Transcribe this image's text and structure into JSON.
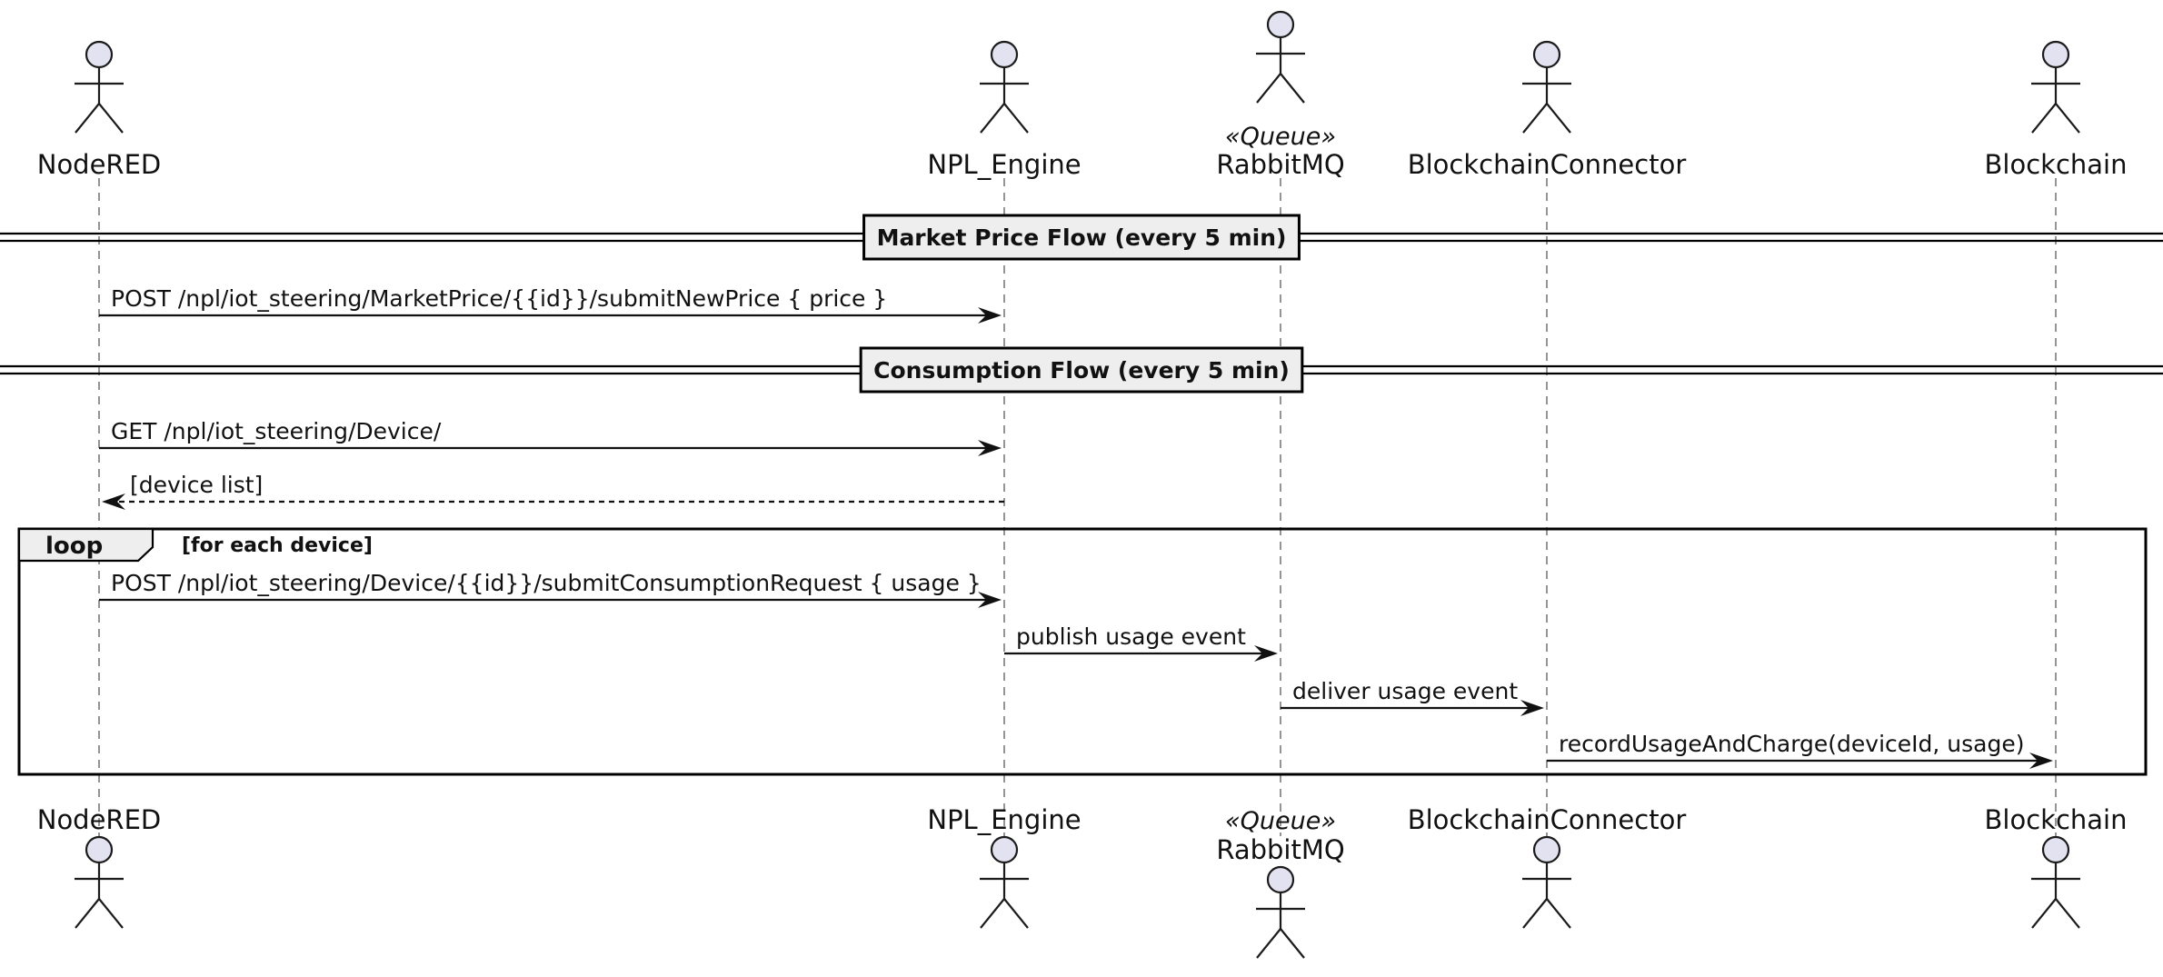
{
  "participants": [
    {
      "id": "nodered",
      "label": "NodeRED",
      "stereotype": ""
    },
    {
      "id": "npl",
      "label": "NPL_Engine",
      "stereotype": ""
    },
    {
      "id": "rabbit",
      "label": "RabbitMQ",
      "stereotype": "«Queue»"
    },
    {
      "id": "bcconn",
      "label": "BlockchainConnector",
      "stereotype": ""
    },
    {
      "id": "chain",
      "label": "Blockchain",
      "stereotype": ""
    }
  ],
  "dividers": [
    {
      "label": "Market Price Flow (every 5 min)"
    },
    {
      "label": "Consumption Flow (every 5 min)"
    }
  ],
  "messages": [
    {
      "from": "nodered",
      "to": "npl",
      "label": "POST /npl/iot_steering/MarketPrice/{{id}}/submitNewPrice { price }",
      "style": "solid"
    },
    {
      "from": "nodered",
      "to": "npl",
      "label": "GET /npl/iot_steering/Device/",
      "style": "solid"
    },
    {
      "from": "npl",
      "to": "nodered",
      "label": "[device list]",
      "style": "dashed"
    },
    {
      "from": "nodered",
      "to": "npl",
      "label": "POST /npl/iot_steering/Device/{{id}}/submitConsumptionRequest { usage }",
      "style": "solid"
    },
    {
      "from": "npl",
      "to": "rabbit",
      "label": "publish usage event",
      "style": "solid"
    },
    {
      "from": "rabbit",
      "to": "bcconn",
      "label": "deliver usage event",
      "style": "solid"
    },
    {
      "from": "bcconn",
      "to": "chain",
      "label": "recordUsageAndCharge(deviceId, usage)",
      "style": "solid"
    }
  ],
  "loop": {
    "keyword": "loop",
    "guard": "[for each device]"
  }
}
